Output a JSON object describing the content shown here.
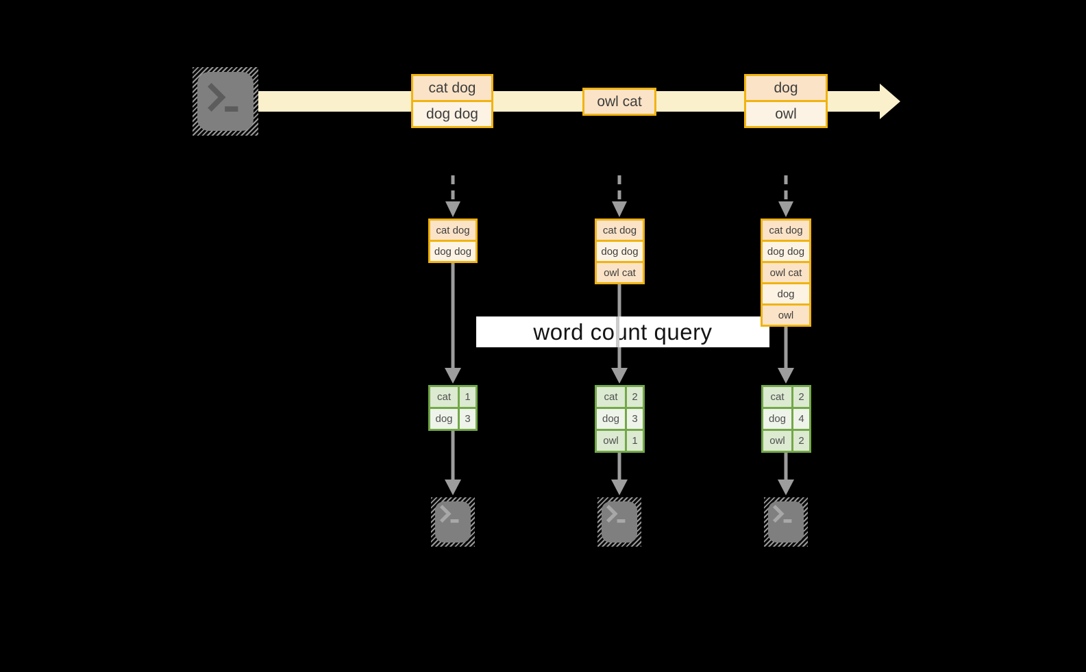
{
  "diagram": {
    "query_label": "word count query",
    "stream": {
      "events": [
        {
          "lines": [
            "cat dog",
            "dog dog"
          ]
        },
        {
          "lines": [
            "owl cat"
          ]
        },
        {
          "lines": [
            "dog",
            "owl"
          ]
        }
      ]
    },
    "columns": [
      {
        "state": [
          "cat dog",
          "dog dog"
        ],
        "counts": [
          {
            "word": "cat",
            "count": "1"
          },
          {
            "word": "dog",
            "count": "3"
          }
        ]
      },
      {
        "state": [
          "cat dog",
          "dog dog",
          "owl cat"
        ],
        "counts": [
          {
            "word": "cat",
            "count": "2"
          },
          {
            "word": "dog",
            "count": "3"
          },
          {
            "word": "owl",
            "count": "1"
          }
        ]
      },
      {
        "state": [
          "cat dog",
          "dog dog",
          "owl cat",
          "dog",
          "owl"
        ],
        "counts": [
          {
            "word": "cat",
            "count": "2"
          },
          {
            "word": "dog",
            "count": "4"
          },
          {
            "word": "owl",
            "count": "2"
          }
        ]
      }
    ],
    "colors": {
      "background": "#000000",
      "stream_band": "#faf0cc",
      "box_border": "#f0b310",
      "cell_peach": "#fbe3c7",
      "cell_cream": "#fdf3e4",
      "table_border": "#72a848",
      "table_row_dark": "#dcead1",
      "table_row_light": "#eef4e9",
      "arrow_gray": "#9d9d9d",
      "terminal_gray": "#7f7f7f",
      "query_band": "#ffffff"
    }
  }
}
